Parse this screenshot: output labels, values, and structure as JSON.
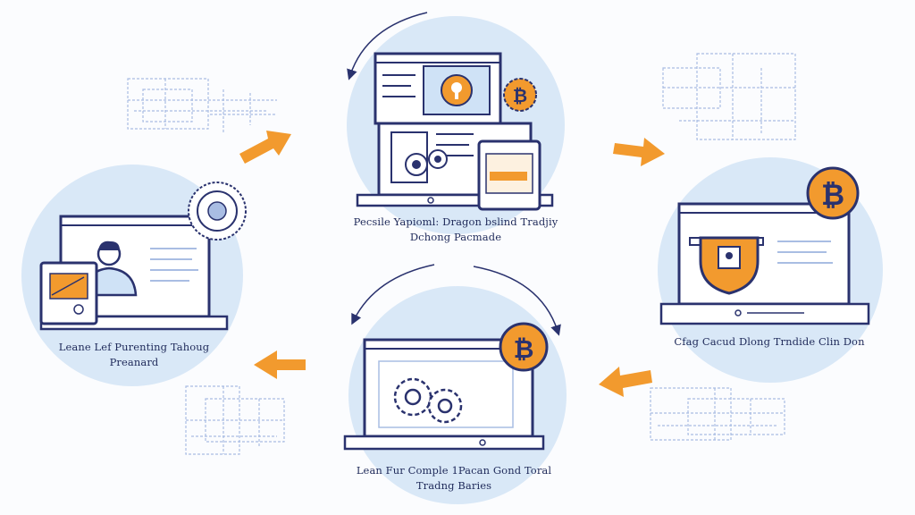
{
  "steps": [
    {
      "id": "top",
      "line1": "Pecsile Yapioml: Dragon bslind Tradjiy",
      "line2": "Dchong Pacmade"
    },
    {
      "id": "right",
      "line1": "Cfag Cacud Dlong Trndide Clin Don",
      "line2": ""
    },
    {
      "id": "bottom",
      "line1": "Lean Fur Comple 1Pacan Gond Toral",
      "line2": "Tradng Baries"
    },
    {
      "id": "left",
      "line1": "Leane Lef Purenting Tahoug",
      "line2": "Preanard"
    }
  ],
  "icons": {
    "bitcoin_symbol": "₿",
    "arrow_glyph": "arrow-icon",
    "coin_icon": "bitcoin-coin-icon",
    "gear_icon": "gear-icon",
    "shield_icon": "shield-icon",
    "person_icon": "person-icon",
    "lightbulb_icon": "lightbulb-icon"
  },
  "colors": {
    "navy": "#2a326e",
    "blue_circle": "#d9e8f7",
    "orange": "#f29a2e",
    "light_blue_line": "#a9bde3",
    "background": "#fbfcfe"
  }
}
